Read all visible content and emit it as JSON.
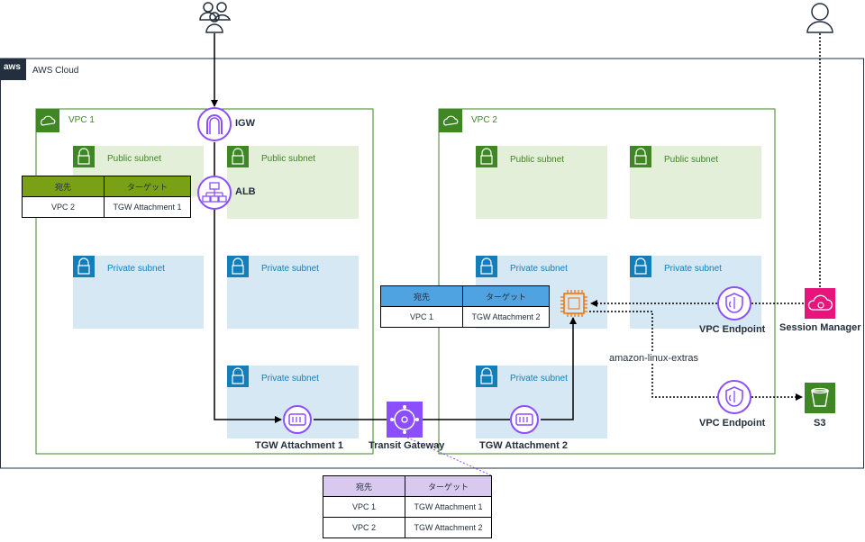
{
  "aws_cloud": {
    "label": "AWS Cloud",
    "logo_text": "aws"
  },
  "vpc1": {
    "label": "VPC 1"
  },
  "vpc2": {
    "label": "VPC 2"
  },
  "subnets": {
    "public": "Public subnet",
    "private": "Private subnet"
  },
  "nodes": {
    "igw": "IGW",
    "alb": "ALB",
    "tgw_attachment_1": "TGW Attachment 1",
    "tgw_attachment_2": "TGW Attachment 2",
    "transit_gateway": "Transit Gateway",
    "vpc_endpoint": "VPC Endpoint",
    "session_manager": "Session Manager",
    "s3": "S3",
    "amazon_linux_extras": "amazon-linux-extras"
  },
  "route_tables": {
    "vpc1": {
      "headers": [
        "宛先",
        "ターゲット"
      ],
      "rows": [
        [
          "VPC 2",
          "TGW Attachment 1"
        ]
      ],
      "header_color": "#7aa116"
    },
    "vpc2": {
      "headers": [
        "宛先",
        "ターゲット"
      ],
      "rows": [
        [
          "VPC 1",
          "TGW Attachment 2"
        ]
      ],
      "header_color": "#4fa3e0"
    },
    "tgw": {
      "headers": [
        "宛先",
        "ターゲット"
      ],
      "rows": [
        [
          "VPC 1",
          "TGW Attachment 1"
        ],
        [
          "VPC 2",
          "TGW Attachment 2"
        ]
      ],
      "header_color": "#d9c9ee"
    }
  },
  "colors": {
    "vpc_green": "#3f8624",
    "public_fill": "#e3efd9",
    "private_fill": "#d6e8f4",
    "private_text": "#147eba",
    "tgw_purple": "#8c4fff",
    "session_pink": "#e7157b",
    "s3_green": "#3f8624"
  }
}
